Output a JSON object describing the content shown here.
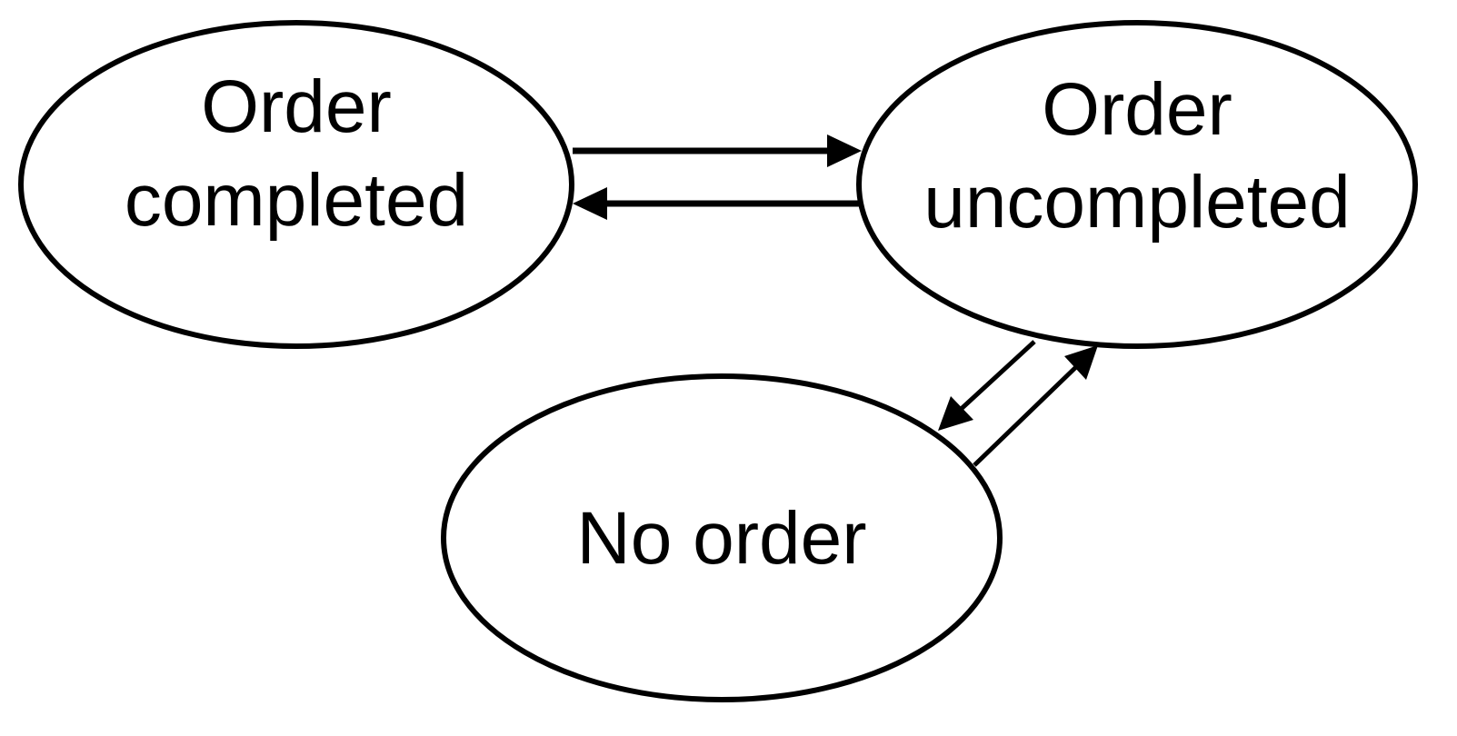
{
  "diagram": {
    "states": [
      {
        "id": "order-completed",
        "lines": [
          "Order",
          "completed"
        ]
      },
      {
        "id": "order-uncompleted",
        "lines": [
          "Order",
          "uncompleted"
        ]
      },
      {
        "id": "no-order",
        "lines": [
          "No order"
        ]
      }
    ],
    "transitions": [
      {
        "from": "order-completed",
        "to": "order-uncompleted"
      },
      {
        "from": "order-uncompleted",
        "to": "order-completed"
      },
      {
        "from": "order-uncompleted",
        "to": "no-order"
      },
      {
        "from": "no-order",
        "to": "order-uncompleted"
      }
    ],
    "colors": {
      "stroke": "#000000",
      "background": "#ffffff"
    }
  }
}
